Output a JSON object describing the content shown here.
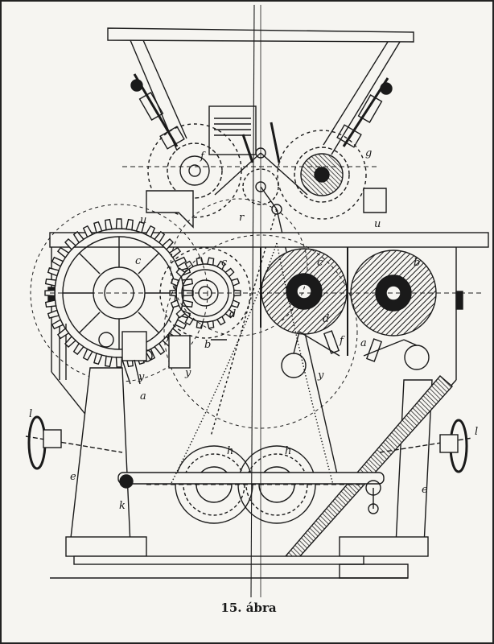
{
  "figure": {
    "caption": "15. ábra",
    "labels": {
      "l_left": "l",
      "l_right": "l",
      "e_left": "e",
      "e_right": "e",
      "a_left": "a",
      "a_right": "a",
      "c_gear": "c",
      "c_mid": "c",
      "c_roll": "c",
      "d_gear": "d",
      "d_roll": "d",
      "f_top": "f",
      "f_left": "f",
      "f_right": "f",
      "g": "g",
      "h_left": "h",
      "h_right": "h",
      "k": "k",
      "u_left": "u",
      "u_right": "u",
      "r": "r",
      "y_left": "y",
      "y_mid": "y",
      "y_right": "y",
      "b_mid": "b",
      "b_right": "b"
    },
    "colors": {
      "ink": "#1a1a1a",
      "paper": "#f6f5f1"
    }
  }
}
